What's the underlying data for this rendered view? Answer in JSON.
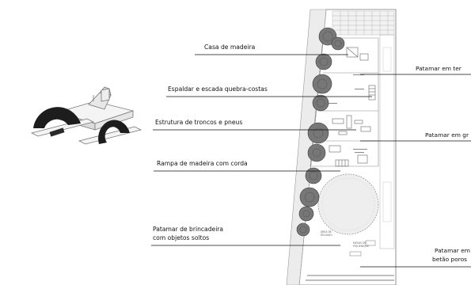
{
  "labels_left": [
    "Casa de madeira",
    "Espaldar e escada quebra-costas",
    "Estrutura de troncos e pneus",
    "Rampa de madeira com corda",
    "Patamar de brincadeira",
    "com objetos soltos"
  ],
  "labels_right": [
    "Patamar em ter",
    "Patamar em gr",
    "Patamar em",
    "betão poros"
  ],
  "plan_notes": [
    "ÁREA DE",
    "RELVADO",
    "MESAS DE",
    "PIQUENIQUE"
  ],
  "colors": {
    "line": "#111111",
    "plan_line": "#8a8a8a",
    "tree_fill": "#777777",
    "tyre_fill": "#1d1d1d",
    "path_fill": "#ececec"
  },
  "icons": [
    "tyre-arch-icon",
    "wooden-structure-icon",
    "tree-icon"
  ]
}
